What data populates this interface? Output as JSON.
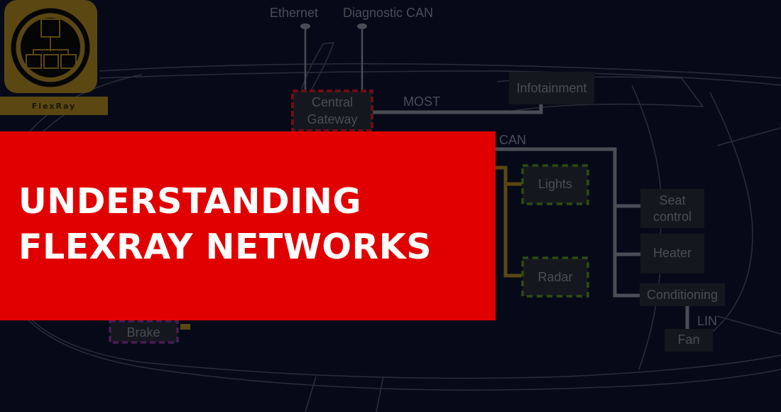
{
  "logo": {
    "label": "FlexRay"
  },
  "diagram": {
    "bus_labels": {
      "ethernet": "Ethernet",
      "diagnostic_can": "Diagnostic CAN",
      "most": "MOST",
      "can": "CAN",
      "lin": "LIN"
    },
    "nodes": {
      "central_gateway": [
        "Central",
        "Gateway"
      ],
      "infotainment": "Infotainment",
      "lights": "Lights",
      "radar": "Radar",
      "seat_control": [
        "Seat",
        "control"
      ],
      "heater": "Heater",
      "conditioning": "Conditioning",
      "fan": "Fan",
      "brake": "Brake"
    },
    "colors": {
      "flexray": "#5a4712",
      "gateway_border": "#6a0f14",
      "adas_border": "#2b4d12",
      "brake_border": "#4a1c55"
    }
  },
  "banner": {
    "line1": "UNDERSTANDING",
    "line2": "FLEXRAY NETWORKS",
    "color": "#e00000"
  }
}
